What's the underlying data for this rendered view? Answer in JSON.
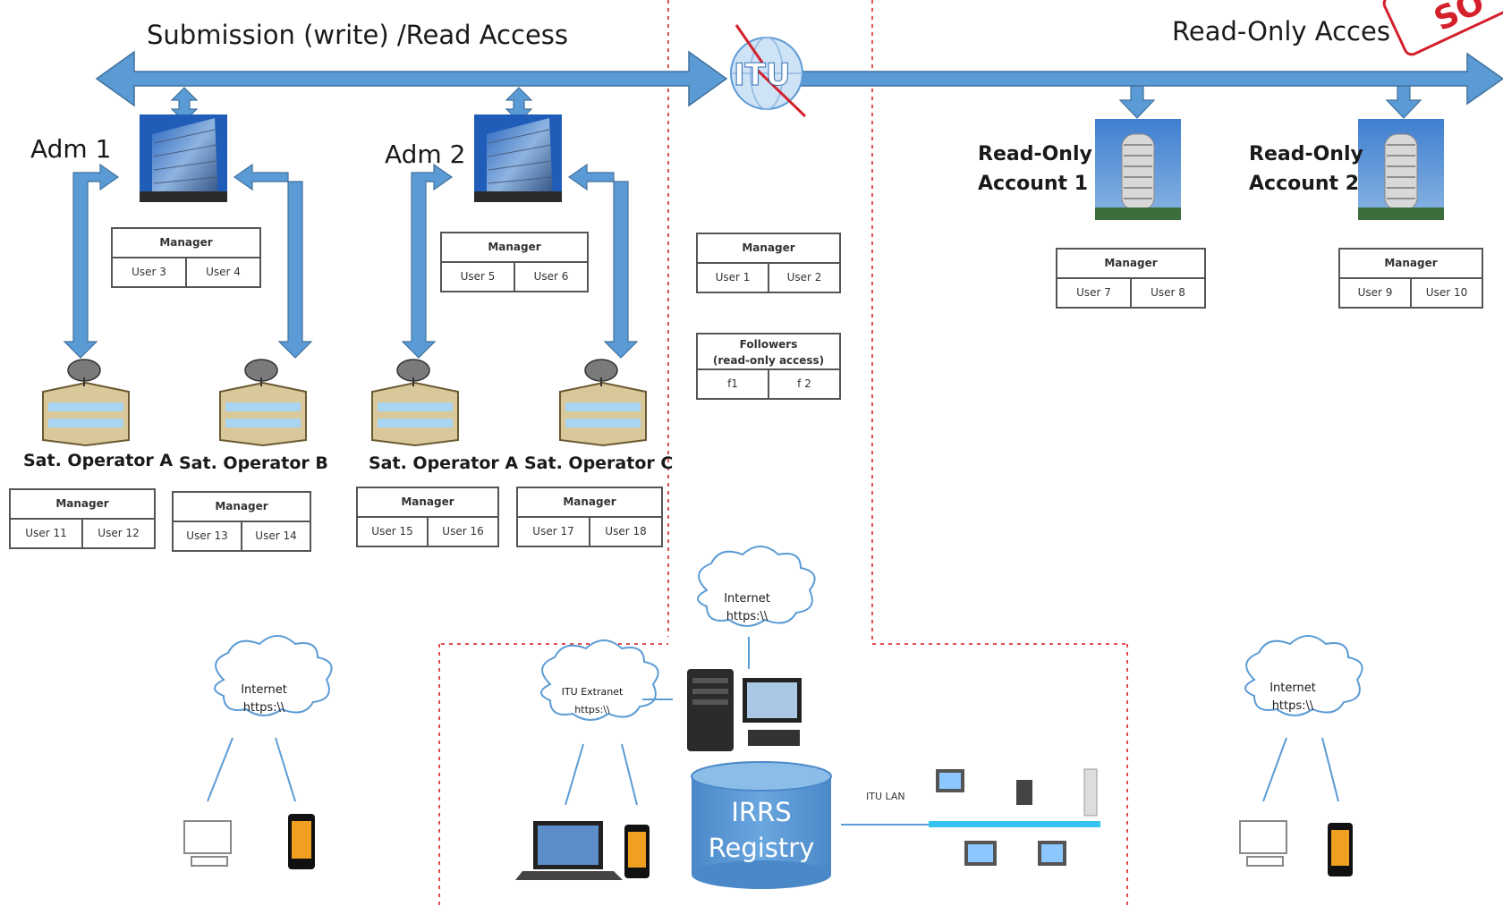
{
  "header": {
    "left_label": "Submission (write) /Read Access",
    "right_label": "Read-Only Acces",
    "itu_logo": "ITU",
    "corner_stamp": "SO"
  },
  "admins": [
    {
      "label": "Adm 1",
      "icon": "building-icon",
      "box": {
        "manager": "Manager",
        "users": [
          "User 3",
          "User 4"
        ]
      }
    },
    {
      "label": "Adm 2",
      "icon": "building-icon",
      "box": {
        "manager": "Manager",
        "users": [
          "User 5",
          "User 6"
        ]
      }
    }
  ],
  "itu_box": {
    "manager": "Manager",
    "users": [
      "User 1",
      "User 2"
    ]
  },
  "followers_box": {
    "header": "Followers\n(read-only access)",
    "users": [
      "f1",
      "f 2"
    ]
  },
  "read_only": [
    {
      "label": "Read-Only\nAccount 1",
      "icon": "tower-building-icon",
      "box": {
        "manager": "Manager",
        "users": [
          "User 7",
          "User 8"
        ]
      }
    },
    {
      "label": "Read-Only\nAccount 2",
      "icon": "tower-building-icon",
      "box": {
        "manager": "Manager",
        "users": [
          "User 9",
          "User 10"
        ]
      }
    }
  ],
  "operators": [
    {
      "label": "Sat. Operator A",
      "icon": "satellite-dish-icon",
      "box": {
        "manager": "Manager",
        "users": [
          "User 11",
          "User 12"
        ]
      }
    },
    {
      "label": "Sat. Operator B",
      "icon": "satellite-dish-icon",
      "box": {
        "manager": "Manager",
        "users": [
          "User 13",
          "User 14"
        ]
      }
    },
    {
      "label": "Sat. Operator A",
      "icon": "satellite-dish-icon",
      "box": {
        "manager": "Manager",
        "users": [
          "User 15",
          "User 16"
        ]
      }
    },
    {
      "label": "Sat. Operator C",
      "icon": "satellite-dish-icon",
      "box": {
        "manager": "Manager",
        "users": [
          "User 17",
          "User 18"
        ]
      }
    }
  ],
  "network": {
    "cloud_left": "Internet\nhttps:\\\\",
    "cloud_center": "Internet\nhttps:\\\\",
    "cloud_extranet": "ITU Extranet\nhttps:\\\\",
    "cloud_right": "Internet\nhttps:\\\\",
    "registry": "IRRS\nRegistry",
    "lan_label": "ITU LAN"
  },
  "colors": {
    "arrow_blue": "#5b9bd5",
    "arrow_dark": "#41719c",
    "registry_blue": "#5b9bd5",
    "dashed_red": "#e05050",
    "stamp_red": "#d4202b"
  }
}
